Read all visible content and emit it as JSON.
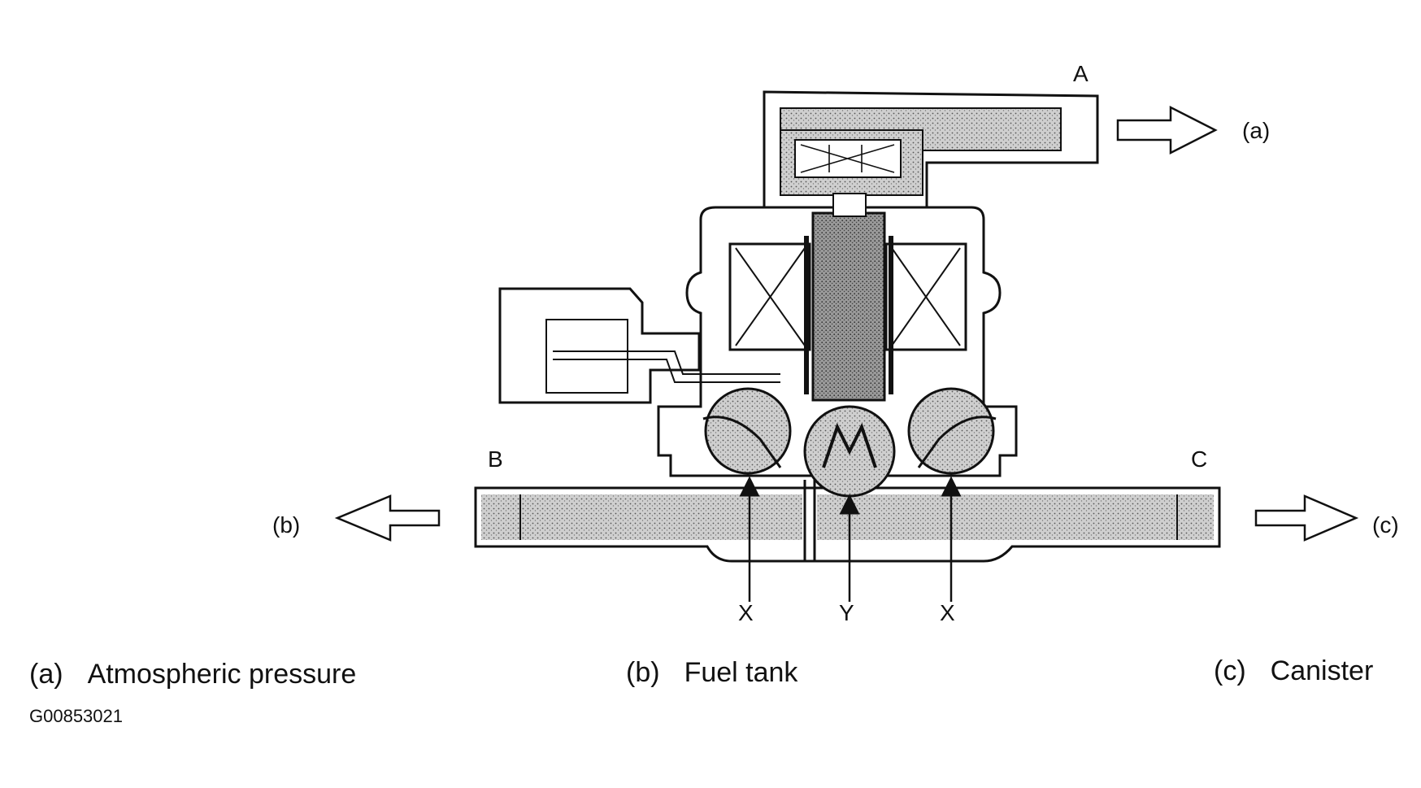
{
  "ports": {
    "A": "A",
    "B": "B",
    "C": "C"
  },
  "flow_arrows": {
    "a": "(a)",
    "b": "(b)",
    "c": "(c)"
  },
  "callouts": {
    "x_left": "X",
    "y": "Y",
    "x_right": "X"
  },
  "legend": {
    "a_key": "(a)",
    "a_text": "Atmospheric pressure",
    "b_key": "(b)",
    "b_text": "Fuel tank",
    "c_key": "(c)",
    "c_text": "Canister"
  },
  "figure_code": "G00853021"
}
